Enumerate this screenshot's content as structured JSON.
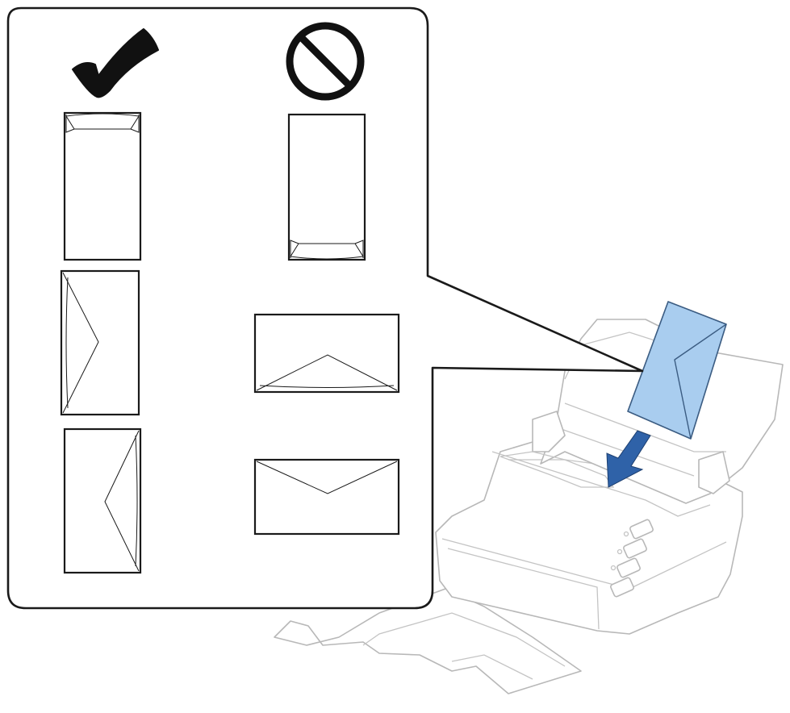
{
  "illustration": {
    "allowed_symbol": "checkmark-icon",
    "prohibited_symbol": "prohibited-icon",
    "allowed_orientations": [
      "portrait-flap-top",
      "portrait-flap-left",
      "portrait-flap-right"
    ],
    "prohibited_orientations": [
      "portrait-flap-bottom",
      "landscape-flap-bottom",
      "landscape-flap-top"
    ],
    "colors": {
      "outline": "#1a1a1a",
      "scanner_outline": "#b8b8b8",
      "envelope_fill": "#a9cdef",
      "envelope_stroke": "#3b5c82",
      "arrow_fill": "#2f62a8"
    }
  }
}
